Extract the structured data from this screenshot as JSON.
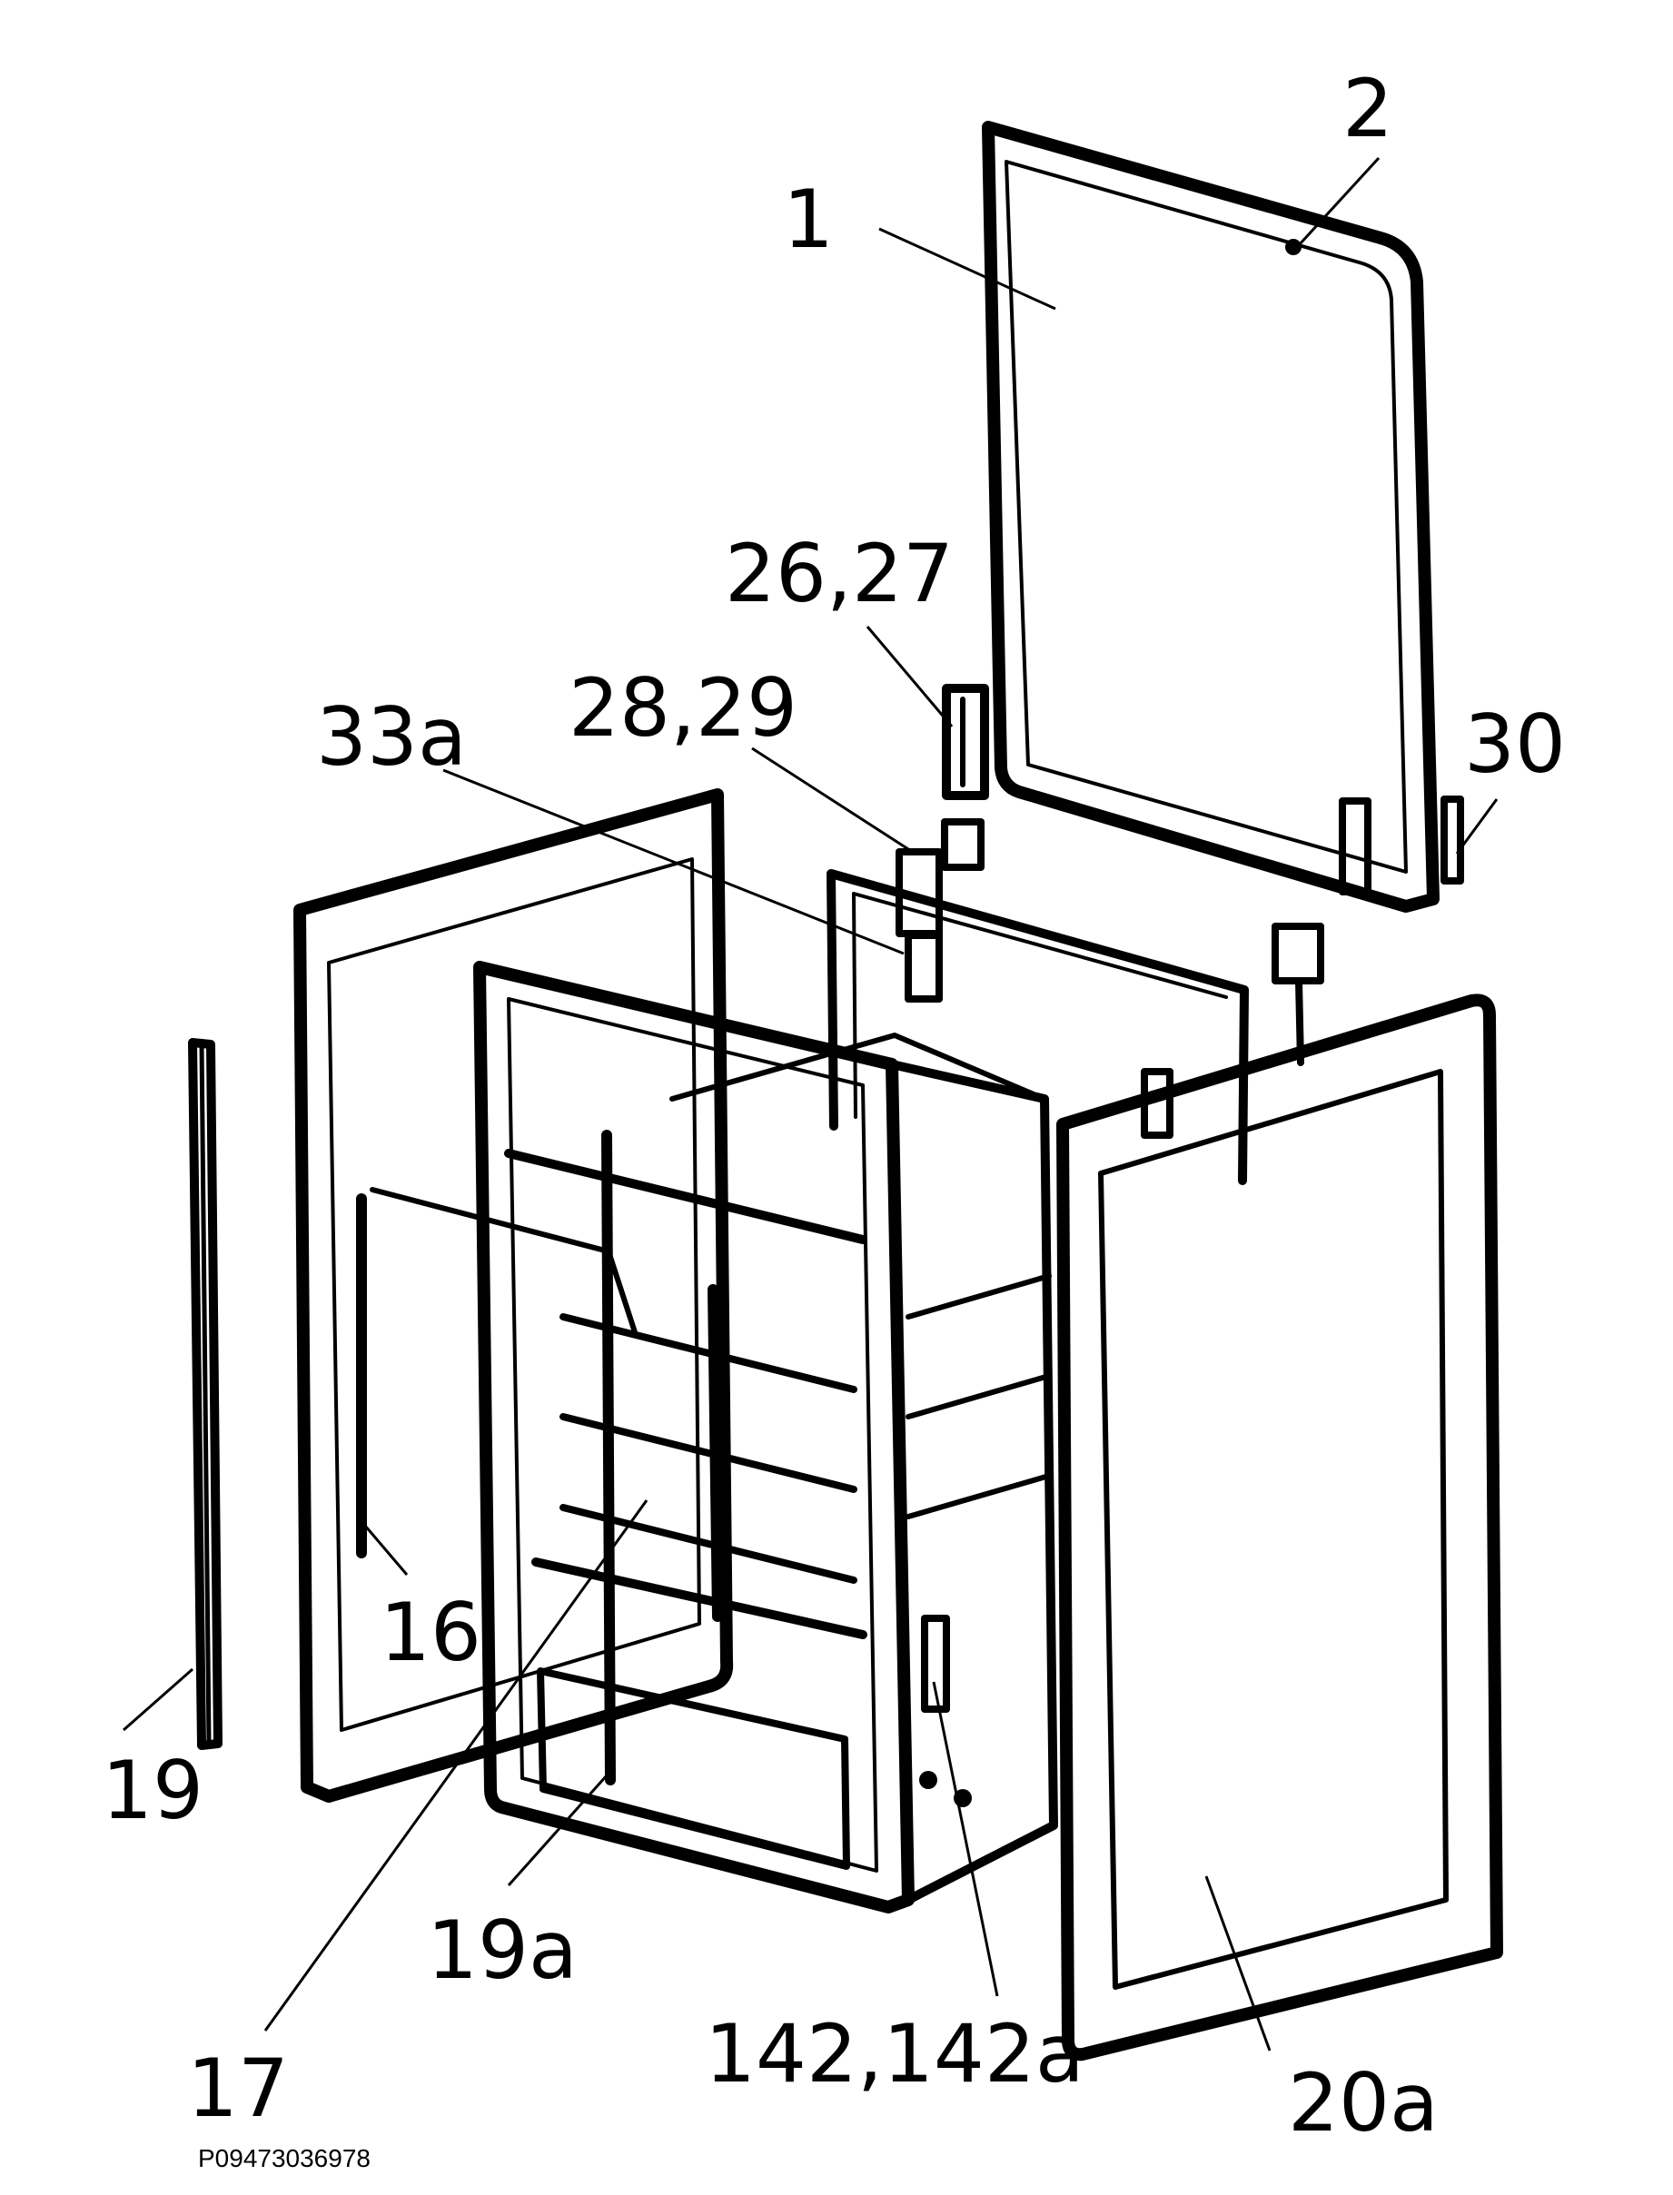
{
  "labels": {
    "l1": "1",
    "l2": "2",
    "l26": "26,27",
    "l28": "28,29",
    "l33": "33a",
    "l30": "30",
    "l16": "16",
    "l19": "19",
    "l17": "17",
    "l19a": "19a",
    "l142": "142,142a",
    "l20a": "20a"
  },
  "drawing_code": "P09473036978",
  "colors": {
    "ink": "#000000",
    "background": "#ffffff"
  }
}
